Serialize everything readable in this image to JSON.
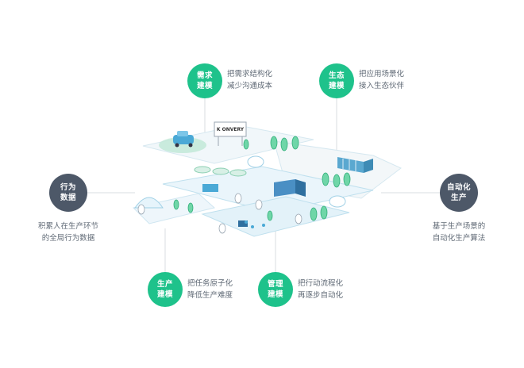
{
  "nodes": {
    "demand": {
      "line1": "需求",
      "line2": "建模",
      "desc1": "把需求结构化",
      "desc2": "减少沟通成本"
    },
    "ecology": {
      "line1": "生态",
      "line2": "建模",
      "desc1": "把应用场景化",
      "desc2": "接入生态伙伴"
    },
    "behavior": {
      "line1": "行为",
      "line2": "数据",
      "desc1": "积累人在生产环节",
      "desc2": "的全局行为数据"
    },
    "automation": {
      "line1": "自动化",
      "line2": "生产",
      "desc1": "基于生产场景的",
      "desc2": "自动化生产算法"
    },
    "production": {
      "line1": "生产",
      "line2": "建模",
      "desc1": "把任务原子化",
      "desc2": "降低生产难度"
    },
    "management": {
      "line1": "管理",
      "line2": "建模",
      "desc1": "把行动流程化",
      "desc2": "再逐步自动化"
    }
  },
  "scene": {
    "sign_text": "K ONVERY"
  },
  "colors": {
    "accent_green": "#1ec28b",
    "dark_node": "#4d5868",
    "connector": "#d9dde2",
    "platform_blue": "#eaf5fb",
    "platform_edge": "#bfe0ee",
    "vehicle_blue": "#4aa9d6"
  }
}
